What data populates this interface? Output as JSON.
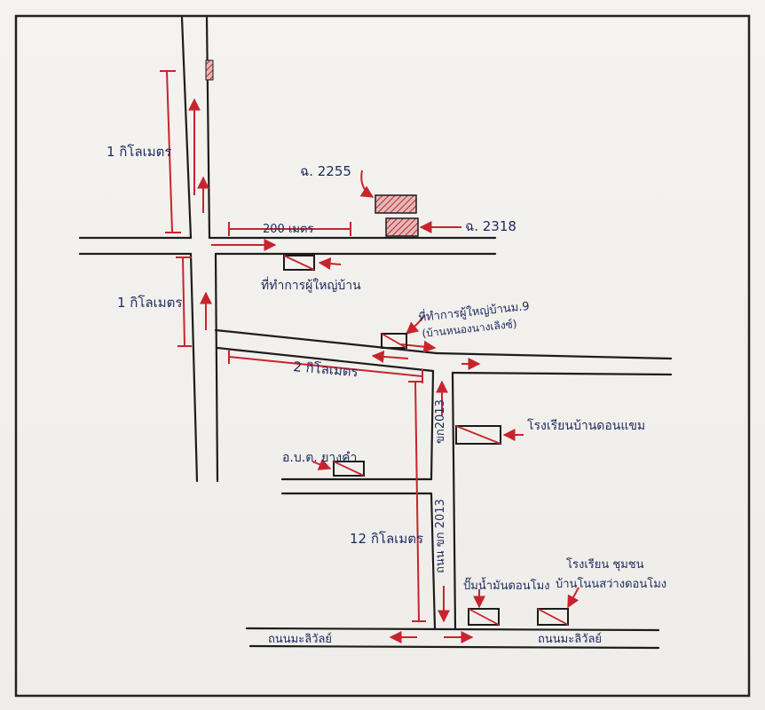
{
  "labels": {
    "dist_1km_top": "1 กิโลเมตร",
    "dist_200m": "200 เมตร",
    "dist_1km_mid": "1 กิโลเมตร",
    "dist_2km": "2 กิโลเมตร",
    "dist_12km": "12 กิโลเมตร",
    "plot_2255": "ฉ. 2255",
    "plot_2318": "ฉ. 2318",
    "village_headman_office": "ที่ทำการผู้ใหญ่บ้าน",
    "village_headman_house_l1": "ที่ทำการผู้ใหญ่บ้านม.9",
    "village_headman_house_l2": "(บ้านหนองนางเลิงซ์)",
    "school_dontaem": "โรงเรียนบ้านดอนแขม",
    "obt_office": "อ.บ.ต. ยางคำ",
    "road_kk2013_upper": "ขก2013",
    "road_kk2013_lower": "ถนน ขก 2013",
    "gas_station": "ปั๊มน้ำมันดอนโมง",
    "school_community_l1": "โรงเรียน ชุมชน",
    "school_community_l2": "บ้านโนนสว่างดอนโมง",
    "mittraphap_left": "ถนนมะลิวัลย์",
    "mittraphap_right": "ถนนมะลิวัลย์"
  }
}
